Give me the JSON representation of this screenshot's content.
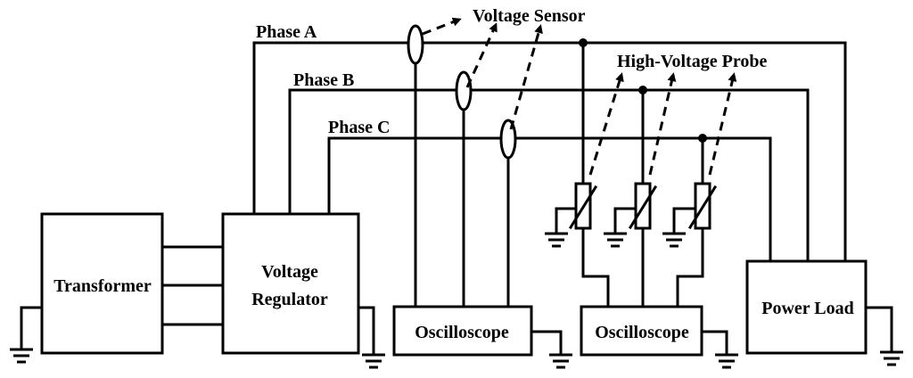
{
  "phases": {
    "a": "Phase A",
    "b": "Phase B",
    "c": "Phase C"
  },
  "annotations": {
    "voltage_sensor": "Voltage Sensor",
    "hv_probe": "High-Voltage Probe"
  },
  "blocks": {
    "transformer": "Transformer",
    "regulator_line1": "Voltage",
    "regulator_line2": "Regulator",
    "oscilloscope_1": "Oscilloscope",
    "oscilloscope_2": "Oscilloscope",
    "power_load": "Power Load"
  }
}
